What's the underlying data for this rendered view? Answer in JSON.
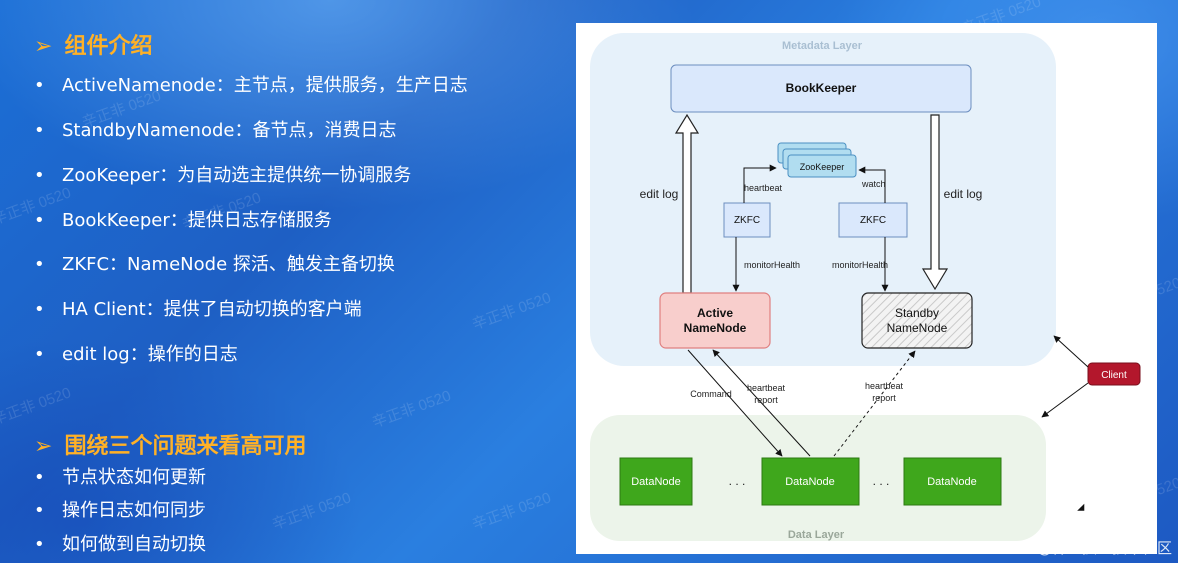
{
  "sections": {
    "intro": {
      "arrow": "➢",
      "title": "组件介绍",
      "items": [
        "ActiveNamenode：主节点，提供服务，生产日志",
        "StandbyNamenode：备节点，消费日志",
        "ZooKeeper：为自动选主提供统一协调服务",
        "BookKeeper：提供日志存储服务",
        "ZKFC：NameNode 探活、触发主备切换",
        "HA Client：提供了自动切换的客户端",
        "edit log：操作的日志"
      ]
    },
    "questions": {
      "arrow": "➢",
      "title": "围绕三个问题来看高可用",
      "items": [
        "节点状态如何更新",
        "操作日志如何同步",
        "如何做到自动切换"
      ]
    }
  },
  "bullet_glyph": "•",
  "watermark_text": "辛正非 0520",
  "site_watermark": "@稀土掘金技术社区",
  "diagram": {
    "metadata_layer": "Metadata Layer",
    "data_layer": "Data Layer",
    "bookkeeper": "BookKeeper",
    "zookeeper": "ZooKeeper",
    "zkfc_left": "ZKFC",
    "zkfc_right": "ZKFC",
    "active_line1": "Active",
    "active_line2": "NameNode",
    "standby_line1": "Standby",
    "standby_line2": "NameNode",
    "edit_log_left": "edit log",
    "edit_log_right": "edit log",
    "heartbeat": "heartbeat",
    "watch": "watch",
    "monitor_left": "monitorHealth",
    "monitor_right": "monitorHealth",
    "command": "Command",
    "hb_report_1_line1": "heartbeat",
    "hb_report_1_line2": "report",
    "hb_report_2_line1": "heartbeat",
    "hb_report_2_line2": "report",
    "datanodes": [
      "DataNode",
      "DataNode",
      "DataNode"
    ],
    "ellipsis": ". . .",
    "client": "Client",
    "colors": {
      "bookkeeper_fill": "#dae8fc",
      "bookkeeper_stroke": "#6c8ebf",
      "zookeeper_fill": "#b1ddf0",
      "active_fill": "#f8cecc",
      "active_stroke": "#e08080",
      "datanode_fill": "#3fa71c",
      "client_fill": "#b3172c",
      "metadata_bg": "#e6f1fa",
      "data_bg": "#ecf4ea"
    }
  }
}
